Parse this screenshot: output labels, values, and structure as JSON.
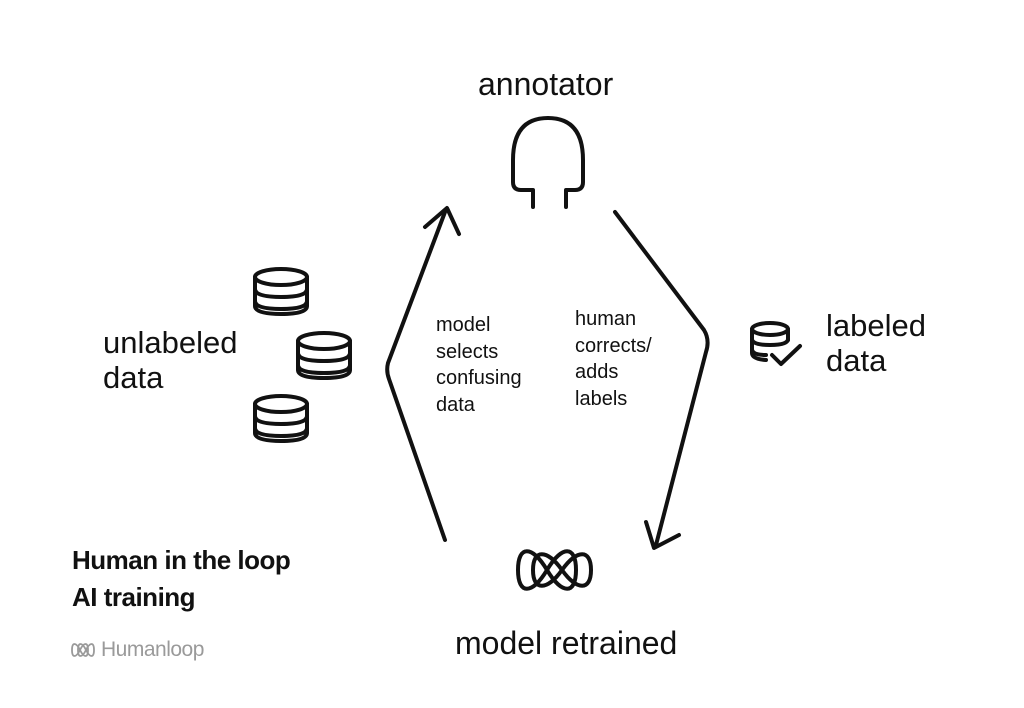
{
  "nodes": {
    "annotator": "annotator",
    "unlabeled": [
      "unlabeled",
      "data"
    ],
    "labeled": [
      "labeled",
      "data"
    ],
    "retrained": "model retrained"
  },
  "flows": {
    "model_selects": [
      "model",
      "selects",
      "confusing",
      "data"
    ],
    "human_corrects": [
      "human",
      "corrects/",
      "adds",
      "labels"
    ]
  },
  "title": [
    "Human in the loop",
    "AI training"
  ],
  "brand": {
    "name": "Humanloop",
    "icon": "humanloop-logo-icon"
  },
  "icons": {
    "annotator": "person-head-icon",
    "unlabeled": "database-icon",
    "labeled": "database-check-icon",
    "model": "model-loop-icon"
  },
  "colors": {
    "ink": "#111111",
    "brand_gray": "#9a9a9a",
    "background": "#ffffff"
  }
}
